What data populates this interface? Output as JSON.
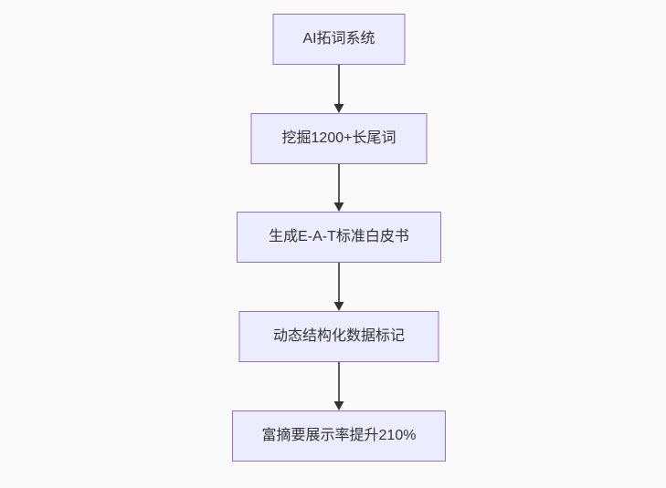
{
  "diagram": {
    "type": "flowchart",
    "direction": "top-down",
    "nodes": [
      {
        "label": "AI拓词系统"
      },
      {
        "label": "挖掘1200+长尾词"
      },
      {
        "label": "生成E-A-T标准白皮书"
      },
      {
        "label": "动态结构化数据标记"
      },
      {
        "label": "富摘要展示率提升210%"
      }
    ],
    "edges": [
      {
        "from": 0,
        "to": 1
      },
      {
        "from": 1,
        "to": 2
      },
      {
        "from": 2,
        "to": 3
      },
      {
        "from": 3,
        "to": 4
      }
    ]
  },
  "colors": {
    "page_bg": "#fafafa",
    "node_fill": "#ececff",
    "node_border": "#9370db",
    "node_text": "#333333",
    "arrow": "#333333"
  }
}
